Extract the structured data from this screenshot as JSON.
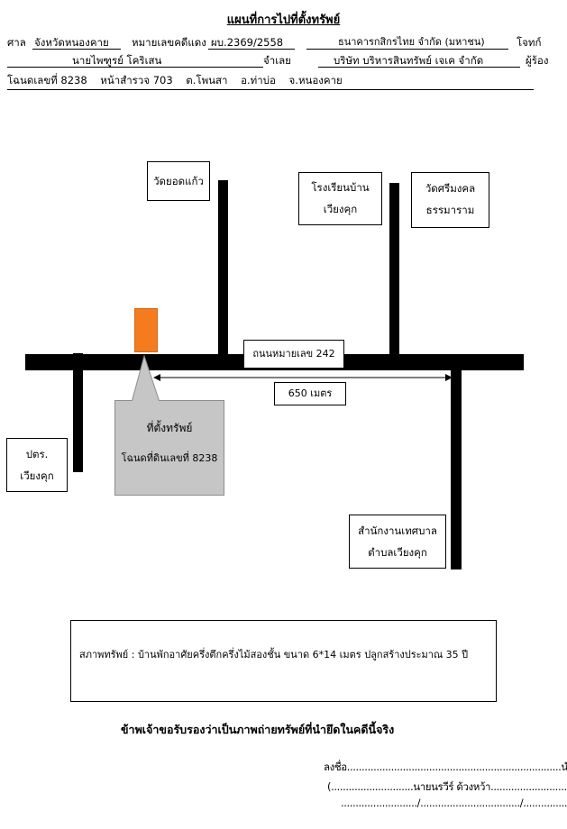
{
  "header": {
    "title": "แผนที่การไปที่ตั้งทรัพย์",
    "court_label": "ศาล",
    "court_value": "จังหวัดหนองคาย",
    "case_label": "หมายเลขคดีแดง",
    "case_value": "ผบ.2369/2558",
    "plaintiff": "ธนาคารกสิกรไทย จำกัด (มหาชน)",
    "plaintiff_role": "โจทก์",
    "defendant": "นายไพฑูรย์ โคริเสน",
    "defendant_role": "จำเลย",
    "petitioner": "บริษัท บริหารสินทรัพย์ เจเค จำกัด",
    "petitioner_role": "ผู้ร้อง",
    "deed_line": "โฉนดเลขที่ 8238    หน้าสำรวจ 703    ต.โพนสา    อ.ท่าบ่อ    จ.หนองคาย"
  },
  "map": {
    "landmarks": {
      "temple_yod_kaew": "วัดยอดแก้ว",
      "school": [
        "โรงเรียนบ้าน",
        "เวียงคุก"
      ],
      "temple_sri_mongkol": [
        "วัดศรีมงคล",
        "ธรรมาราม"
      ],
      "post_office": [
        "ปตร.",
        "เวียงคุก"
      ],
      "municipal_office": [
        "สำนักงานเทศบาล",
        "ตำบลเวียงคุก"
      ]
    },
    "road_label": "ถนนหมายเลข 242",
    "distance_label": "650 เมตร",
    "property_callout": [
      "ที่ตั้งทรัพย์",
      "โฉนดที่ดินเลขที่ 8238"
    ],
    "colors": {
      "road": "#000000",
      "property_marker": "#f47b1e",
      "callout_fill": "#c6c6c6",
      "callout_border": "#8c8c8c"
    }
  },
  "condition": {
    "text": "สภาพทรัพย์ : บ้านพักอาศัยครึ่งตึกครึ่งไม้สองชั้น ขนาด 6*14 เมตร ปลูกสร้างประมาณ 35 ปี"
  },
  "certification": "ข้าพเจ้าขอรับรองว่าเป็นภาพถ่ายทรัพย์ที่นำยึดในคดีนี้จริง",
  "signature": {
    "sign_line": "ลงชื่อ.........................................................................นำยึด",
    "name_line": "(............................นายนรวีร์ ด้วงหว้า..............................)",
    "date_line": "........................../................................../......................."
  }
}
